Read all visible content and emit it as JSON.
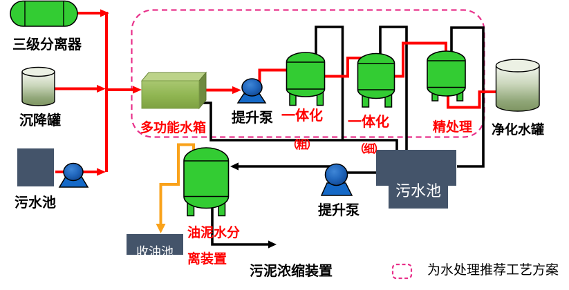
{
  "diagram": {
    "kind": "water-treatment-process-flow",
    "colors": {
      "vessel_green": "#33CC33",
      "tank_gradient_bottom": "#7E9562",
      "box3d_front_green": "#8FB551",
      "pump_blue": "#1569C7",
      "pool_dark_slate": "#44546A",
      "flow_red": "#FF0000",
      "drain_black": "#000000",
      "oil_orange": "#F9A21B",
      "highlight_pink": "#E8308A"
    },
    "nodes": {
      "three_stage_separator": {
        "label": "三级分离器"
      },
      "settling_tank": {
        "label": "沉降罐"
      },
      "sewage_pool_left": {
        "label": "污水池"
      },
      "multifunction_tank": {
        "label": "多功能水箱"
      },
      "lift_pump_top": {
        "label": "提升泵"
      },
      "integrated_coarse": {
        "label": "一体化",
        "sublabel": "（粗）"
      },
      "integrated_fine": {
        "label": "一体化",
        "sublabel": "（细）"
      },
      "fine_treatment": {
        "label": "精处理"
      },
      "purified_water_tank": {
        "label": "净化水罐"
      },
      "oil_sludge_separator": {
        "label_line1": "油泥水分",
        "label_line2": "离装置"
      },
      "oil_collection_pool": {
        "label": "收油池"
      },
      "lift_pump_bottom": {
        "label": "提升泵"
      },
      "sewage_pool_right": {
        "label": "污水池"
      },
      "sludge_thickening_outlet": {
        "label": "污泥浓缩装置"
      }
    },
    "legend": {
      "text": "为水处理推荐工艺方案"
    }
  }
}
